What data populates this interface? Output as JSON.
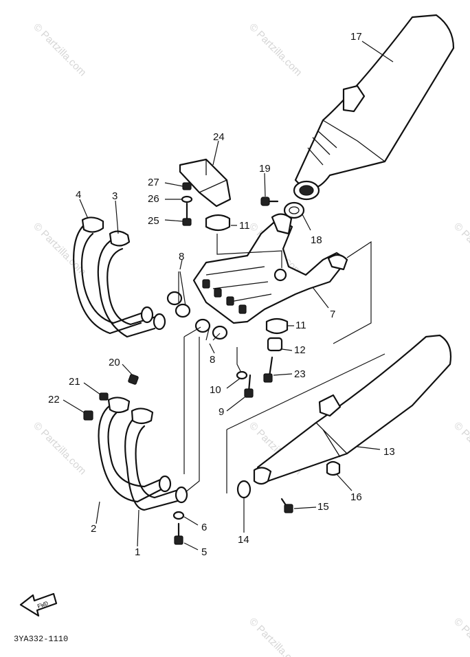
{
  "watermark": "© Partzilla.com",
  "drawing_code": "3YA332-1110",
  "fwd_label": "FWD",
  "callouts": {
    "c1": "1",
    "c2": "2",
    "c3": "3",
    "c4": "4",
    "c5": "5",
    "c6": "6",
    "c7": "7",
    "c8a": "8",
    "c8b": "8",
    "c9": "9",
    "c10": "10",
    "c11a": "11",
    "c11b": "11",
    "c12": "12",
    "c13": "13",
    "c14": "14",
    "c15": "15",
    "c16": "16",
    "c17": "17",
    "c18": "18",
    "c19": "19",
    "c20": "20",
    "c21": "21",
    "c22": "22",
    "c23": "23",
    "c24": "24",
    "c25": "25",
    "c26": "26",
    "c27": "27"
  }
}
